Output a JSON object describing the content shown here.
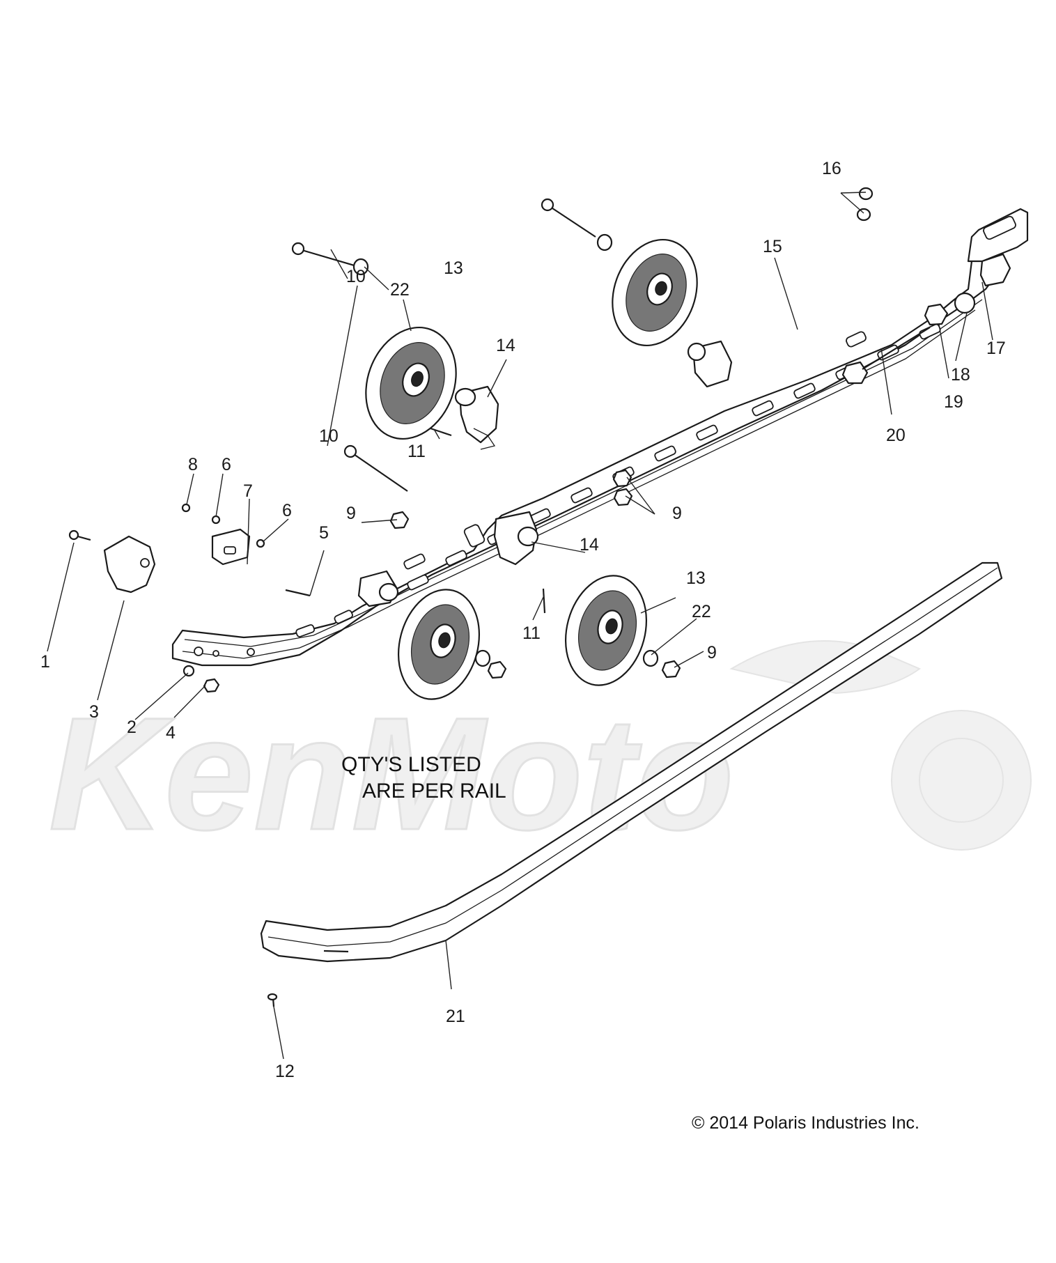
{
  "diagram": {
    "note_lines": [
      "QTY'S LISTED",
      "ARE PER RAIL"
    ],
    "copyright": "© 2014 Polaris Industries Inc.",
    "watermark": "KenMoto",
    "callouts": {
      "c1": "1",
      "c2": "2",
      "c3": "3",
      "c4": "4",
      "c5": "5",
      "c6a": "6",
      "c6b": "6",
      "c7": "7",
      "c8": "8",
      "c9a": "9",
      "c9b": "9",
      "c9c": "9",
      "c10a": "10",
      "c10b": "10",
      "c11a": "11",
      "c11b": "11",
      "c12": "12",
      "c13a": "13",
      "c13b": "13",
      "c14a": "14",
      "c14b": "14",
      "c15": "15",
      "c16": "16",
      "c17": "17",
      "c18": "18",
      "c19": "19",
      "c20": "20",
      "c21": "21",
      "c22a": "22",
      "c22b": "22"
    }
  }
}
